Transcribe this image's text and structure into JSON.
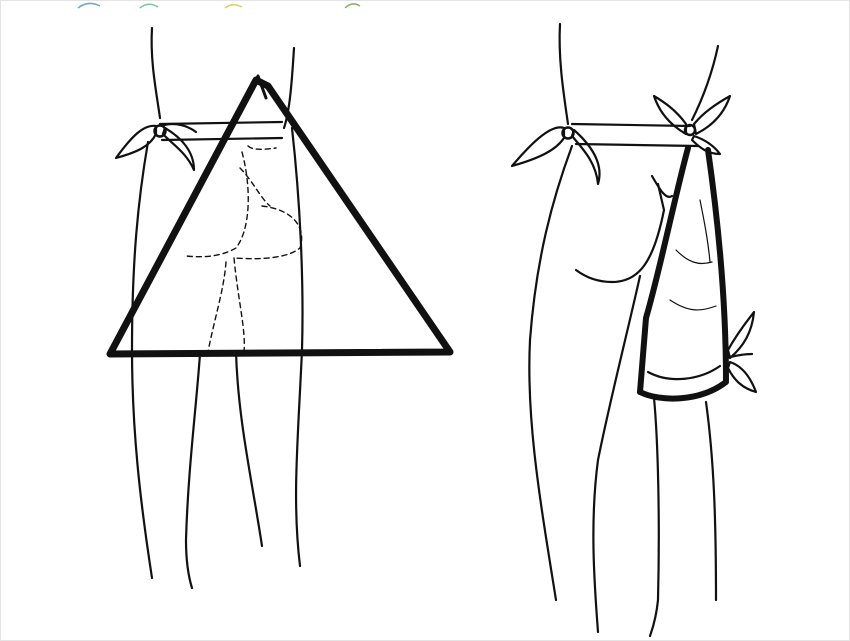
{
  "figure": {
    "panels": [
      {
        "id": "left",
        "content": "triangular-bandage-positioned-over-hip"
      },
      {
        "id": "right",
        "content": "triangular-bandage-applied-to-hip-and-thigh"
      }
    ],
    "ink_color": "#111111",
    "background_color": "#ffffff"
  }
}
